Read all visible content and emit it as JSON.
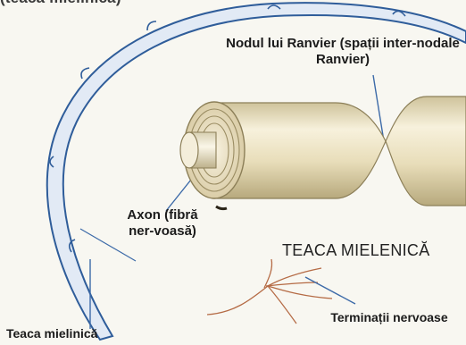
{
  "labels": {
    "top_label": "(teaca mielinică)",
    "node_of_ranvier": "Nodul lui Ranvier (spații inter-nodale Ranvier)",
    "axon": "Axon (fibră ner-voasă)",
    "myelin_sheath_title": "TEACA MIELENICĂ",
    "nerve_terminations": "Terminații nervoase",
    "myelin_sheath": "Teaca mielinică"
  },
  "colors": {
    "background": "#f8f7f1",
    "fiber_outline": "#2f5d9a",
    "fiber_fill": "#dfe8f3",
    "sheath_fill": "#efe6c9",
    "sheath_shadow": "#d8cba1",
    "axon_fill": "#f3edd8",
    "terminations": "#b56b45",
    "text": "#1b1b1b"
  }
}
